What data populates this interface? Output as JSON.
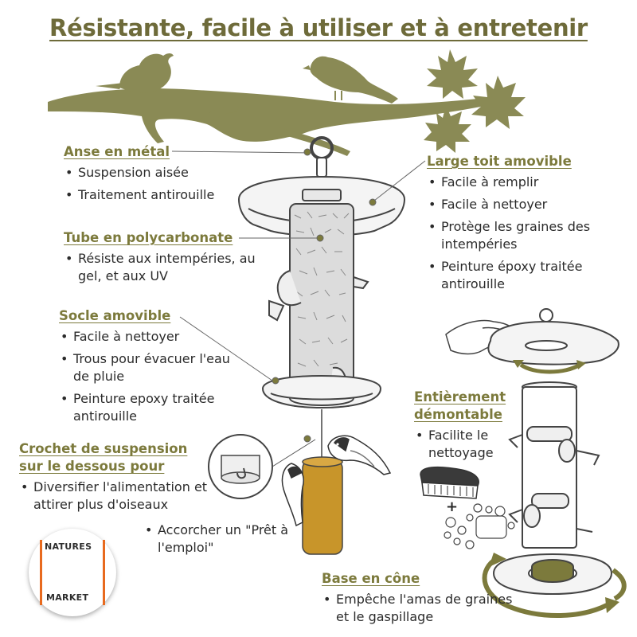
{
  "title": "Résistante, facile à utiliser et à entretenir",
  "sections": {
    "anse": {
      "heading": "Anse en métal",
      "items": [
        "Suspension aisée",
        "Traitement antirouille"
      ]
    },
    "tube": {
      "heading": "Tube en polycarbonate",
      "items": [
        "Résiste aux intempéries, au gel, et aux UV"
      ]
    },
    "socle": {
      "heading": "Socle amovible",
      "items": [
        "Facile à nettoyer",
        "Trous pour évacuer l'eau de pluie",
        "Peinture epoxy traitée antirouille"
      ]
    },
    "crochet": {
      "heading_line1": "Crochet de suspension",
      "heading_line2": "sur le dessous pour",
      "items": [
        "Diversifier l'alimentation et attirer plus d'oiseaux"
      ],
      "subitem": "Accorcher un \"Prêt à l'emploi\""
    },
    "toit": {
      "heading": "Large toit amovible",
      "items": [
        "Facile à remplir",
        "Facile à nettoyer",
        "Protège les graines des intempéries",
        "Peinture époxy traitée antirouille"
      ]
    },
    "demontable": {
      "heading_line1": "Entièrement",
      "heading_line2": "démontable",
      "items": [
        "Facilite le nettoyage"
      ]
    },
    "cone": {
      "heading": "Base en cône",
      "items": [
        "Empêche l'amas de graines et le gaspillage"
      ]
    }
  },
  "plus_sign": "+",
  "logo": {
    "line1": "NATURES",
    "line2": "MARKET"
  },
  "colors": {
    "olive": "#7c7a3c",
    "branch": "#8a8a55",
    "text": "#2b2b2b",
    "accent_orange": "#e86a1e",
    "suet": "#c8952a",
    "line": "#444444"
  },
  "icons": [
    "bird-icon",
    "maple-leaf-icon",
    "hand-icon",
    "brush-icon",
    "soap-icon",
    "rotate-arrow-icon",
    "robin-icon",
    "tit-bird-icon"
  ]
}
